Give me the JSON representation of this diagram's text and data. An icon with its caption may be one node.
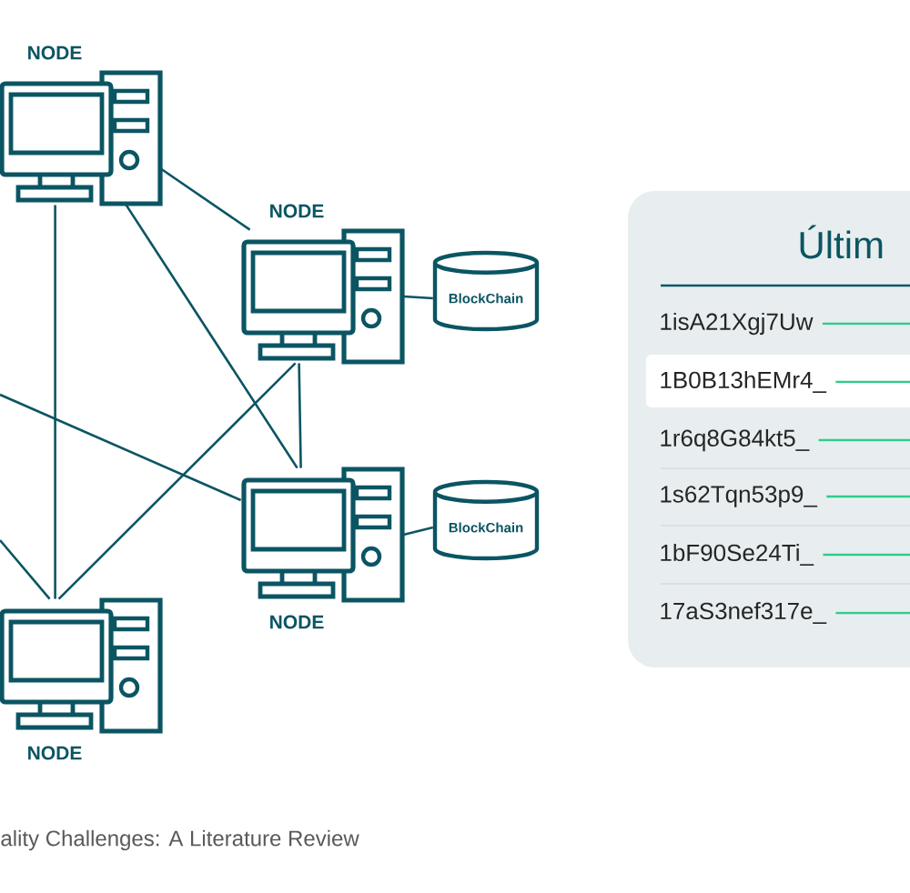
{
  "diagram": {
    "caption": "ality Challenges: A Literature Review",
    "nodes": [
      {
        "text": [
          "NODE"
        ]
      },
      {
        "text": [
          "NODE"
        ]
      },
      {
        "text": [
          "BlockChain"
        ]
      },
      {
        "text": [
          "NODE"
        ]
      },
      {
        "text": [
          "BlockChain"
        ]
      },
      {
        "text": [
          "NODE"
        ]
      },
      {
        "text": [
          "Últim"
        ]
      },
      {
        "text": [
          "1isA21Xgj7Uw"
        ],
        "in": 6
      },
      {
        "text": [
          "1B0B13hEMr4_"
        ],
        "in": 6
      },
      {
        "text": [
          "1r6q8G84kt5_"
        ],
        "in": 6
      },
      {
        "text": [
          "1s62Tqn53p9_"
        ],
        "in": 6
      },
      {
        "text": [
          "1bF90Se24Ti_"
        ],
        "in": 6
      },
      {
        "text": [
          "17aS3nef317e_"
        ],
        "in": 6
      }
    ],
    "edges": [
      {
        "from": 0,
        "to": 5,
        "arrow": "none"
      },
      {
        "from": 0,
        "to": 1,
        "arrow": "none"
      },
      {
        "from": 0,
        "to": 3,
        "arrow": "none"
      },
      {
        "from": 1,
        "to": 3,
        "arrow": "none"
      },
      {
        "from": 1,
        "to": 5,
        "arrow": "none"
      },
      {
        "from": 1,
        "to": 2,
        "arrow": "none"
      },
      {
        "from": 3,
        "to": 4,
        "arrow": "none"
      },
      {
        "from": null,
        "to": 3,
        "arrow": "none"
      },
      {
        "from": null,
        "to": 5,
        "arrow": "none"
      }
    ]
  }
}
